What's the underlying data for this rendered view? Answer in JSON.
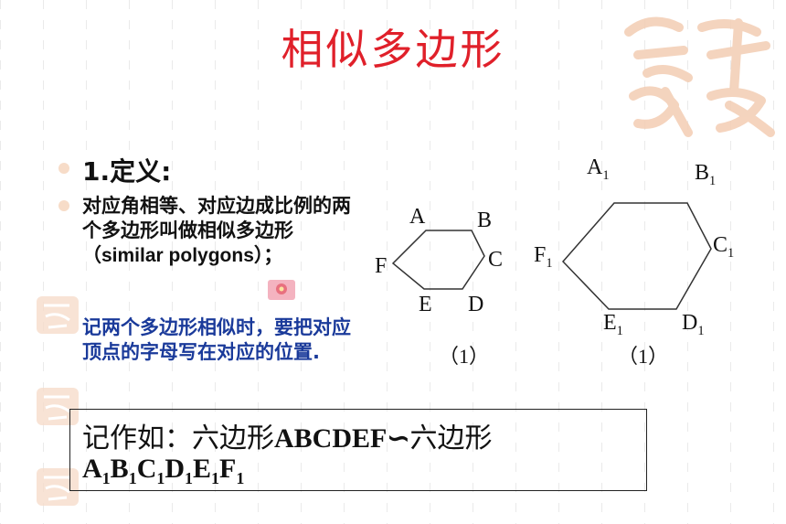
{
  "title": "相似多边形",
  "section": {
    "number": "1.",
    "heading": "定义:"
  },
  "definition": {
    "text_1": "对应角相等、对应边成比例的两个多边形叫做相似多边形（",
    "en": "similar polygons",
    "text_2": "）；"
  },
  "note": "记两个多边形相似时，要把对应顶点的字母写在对应的位置.",
  "figure1": {
    "vertices": [
      "A",
      "B",
      "C",
      "D",
      "E",
      "F"
    ],
    "caption": "（1）"
  },
  "figure2": {
    "vertices": [
      {
        "letter": "A",
        "sub": "1"
      },
      {
        "letter": "B",
        "sub": "1"
      },
      {
        "letter": "C",
        "sub": "1"
      },
      {
        "letter": "D",
        "sub": "1"
      },
      {
        "letter": "E",
        "sub": "1"
      },
      {
        "letter": "F",
        "sub": "1"
      }
    ],
    "caption": "（1）"
  },
  "notation": {
    "prefix": "记作如：六边形",
    "left": "ABCDEF",
    "symbol": "∽",
    "word": "六边形",
    "right": [
      {
        "letter": "A",
        "sub": "1"
      },
      {
        "letter": "B",
        "sub": "1"
      },
      {
        "letter": "C",
        "sub": "1"
      },
      {
        "letter": "D",
        "sub": "1"
      },
      {
        "letter": "E",
        "sub": "1"
      },
      {
        "letter": "F",
        "sub": "1"
      }
    ]
  },
  "colors": {
    "title": "#e0202a",
    "note": "#1a3a9a",
    "bullet": "#f7dcc8",
    "decoration": "#f5d6c0"
  },
  "icons": [
    "bullet-dot-icon",
    "flower-icon",
    "seal-decoration-icon"
  ]
}
